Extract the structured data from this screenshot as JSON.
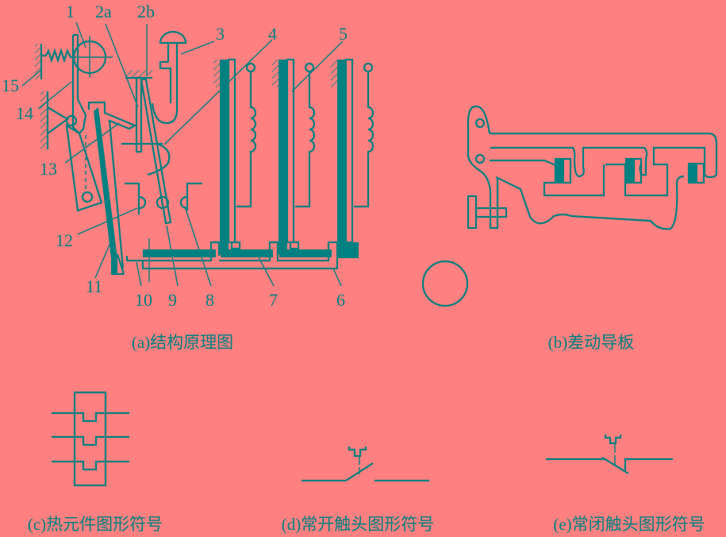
{
  "colors": {
    "background": "#FF8080",
    "line": "#008080"
  },
  "part_labels": {
    "p1": "1",
    "p2a": "2a",
    "p2b": "2b",
    "p3": "3",
    "p4": "4",
    "p5": "5",
    "p6": "6",
    "p7": "7",
    "p8": "8",
    "p9": "9",
    "p10": "10",
    "p11": "11",
    "p12": "12",
    "p13": "13",
    "p14": "14",
    "p15": "15"
  },
  "captions": {
    "a": "(a)结构原理图",
    "b": "(b)差动导板",
    "c": "(c)热元件图形符号",
    "d": "(d)常开触头图形符号",
    "e": "(e)常闭触头图形符号"
  }
}
